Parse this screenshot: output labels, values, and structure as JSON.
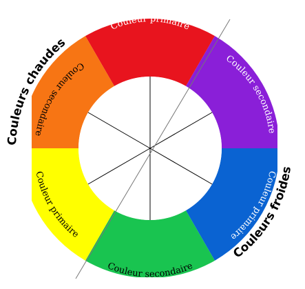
{
  "wheel": {
    "segments": [
      {
        "id": "red",
        "label": "Couleur primaire",
        "color": "#e8141e",
        "text_color": "#ffffff"
      },
      {
        "id": "violet",
        "label": "Couleur secondaire",
        "color": "#8a1fd8",
        "text_color": "#ffffff"
      },
      {
        "id": "blue",
        "label": "Couleur primaire",
        "color": "#0a63d2",
        "text_color": "#ffffff"
      },
      {
        "id": "green",
        "label": "Couleur secondaire",
        "color": "#19c450",
        "text_color": "#000000"
      },
      {
        "id": "yellow",
        "label": "Couleur primaire",
        "color": "#ffff00",
        "text_color": "#000000"
      },
      {
        "id": "orange",
        "label": "Couleur secondaire",
        "color": "#f77514",
        "text_color": "#000000"
      }
    ],
    "inner_color": "#ffffff",
    "spoke_color": "#000000",
    "divider_color": "#777777"
  },
  "labels": {
    "warm": "Couleurs chaudes",
    "cool": "Couleurs froides"
  }
}
